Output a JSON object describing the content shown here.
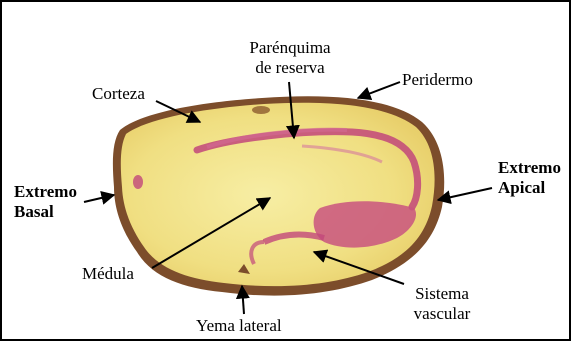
{
  "labels": {
    "parenquima_line1": "Parénquima",
    "parenquima_line2": "de reserva",
    "corteza": "Corteza",
    "peridermo": "Peridermo",
    "extremo_basal_line1": "Extremo",
    "extremo_basal_line2": "Basal",
    "extremo_apical_line1": "Extremo",
    "extremo_apical_line2": "Apical",
    "medula": "Médula",
    "sistema_line1": "Sistema",
    "sistema_line2": "vascular",
    "yema": "Yema lateral"
  },
  "colors": {
    "skin": "#8a5a36",
    "flesh": "#f2e38a",
    "flesh_center": "#f6ec9e",
    "vascular": "#c2477a",
    "cortex": "#eedc7a"
  }
}
